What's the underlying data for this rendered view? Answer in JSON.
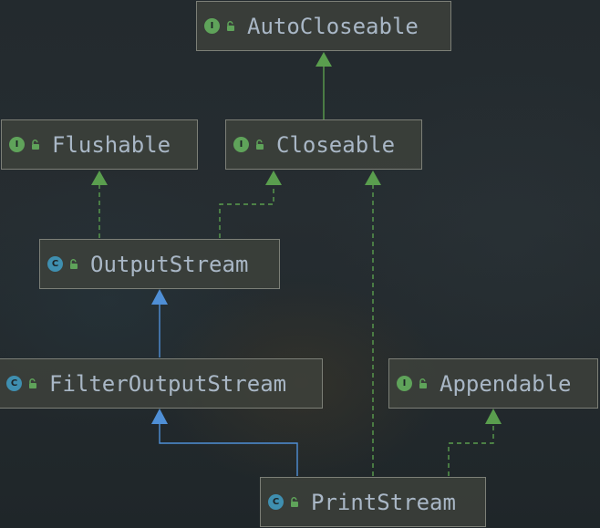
{
  "colors": {
    "node_bg": "#3e423c",
    "node_border": "#7c7f77",
    "node_text": "#a9b7c6",
    "interface_badge": "#5fa35a",
    "class_badge": "#3f8fb0",
    "implements_edge": "#5a9e4e",
    "extends_edge": "#4f8fd6"
  },
  "icons": {
    "interface": "interface-icon",
    "class": "class-icon",
    "access": "unlocked-public-icon"
  },
  "nodes": [
    {
      "id": "autocloseable",
      "kind": "interface",
      "badge": "I",
      "label": "AutoCloseable"
    },
    {
      "id": "flushable",
      "kind": "interface",
      "badge": "I",
      "label": "Flushable"
    },
    {
      "id": "closeable",
      "kind": "interface",
      "badge": "I",
      "label": "Closeable"
    },
    {
      "id": "outputstream",
      "kind": "class",
      "badge": "C",
      "label": "OutputStream"
    },
    {
      "id": "filteroutputstream",
      "kind": "class",
      "badge": "C",
      "label": "FilterOutputStream"
    },
    {
      "id": "appendable",
      "kind": "interface",
      "badge": "I",
      "label": "Appendable"
    },
    {
      "id": "printstream",
      "kind": "class",
      "badge": "C",
      "label": "PrintStream"
    }
  ],
  "edges": [
    {
      "from": "closeable",
      "to": "autocloseable",
      "type": "implements"
    },
    {
      "from": "outputstream",
      "to": "flushable",
      "type": "implements"
    },
    {
      "from": "outputstream",
      "to": "closeable",
      "type": "implements"
    },
    {
      "from": "filteroutputstream",
      "to": "outputstream",
      "type": "extends"
    },
    {
      "from": "printstream",
      "to": "filteroutputstream",
      "type": "extends"
    },
    {
      "from": "printstream",
      "to": "closeable",
      "type": "implements"
    },
    {
      "from": "printstream",
      "to": "appendable",
      "type": "implements"
    }
  ]
}
